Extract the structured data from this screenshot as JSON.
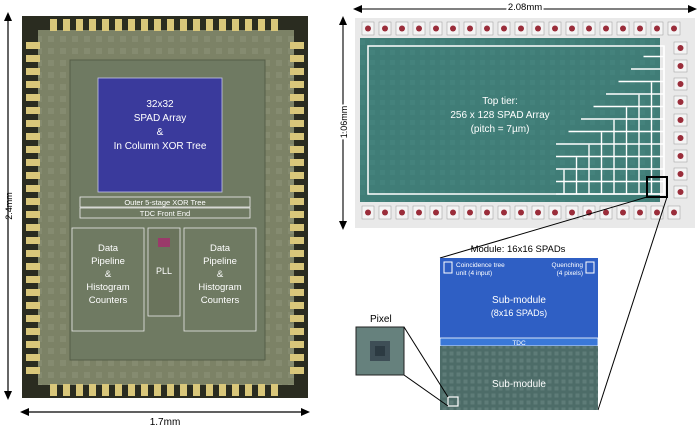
{
  "left_chip": {
    "width_label": "1.7mm",
    "height_label": "2.4mm",
    "spad_block": [
      "32x32",
      "SPAD Array",
      "&",
      "In Column XOR Tree"
    ],
    "xor_tree_label": "Outer 5-stage XOR Tree",
    "tdc_label": "TDC Front End",
    "left_pipeline": [
      "Data",
      "Pipeline",
      "&",
      "Histogram",
      "Counters"
    ],
    "right_pipeline": [
      "Data",
      "Pipeline",
      "&",
      "Histogram",
      "Counters"
    ],
    "pll_label": "PLL"
  },
  "top_tier": {
    "width_label": "2.08mm",
    "height_label": "1.06mm",
    "title": [
      "Top tier:",
      "256 x 128 SPAD Array",
      "(pitch = 7µm)"
    ]
  },
  "module": {
    "title": "Module: 16x16 SPADs",
    "coincidence_label": [
      "Coincidence tree",
      "unit (4 input)"
    ],
    "quenching_label": [
      "Quenching",
      "(4 pixels)"
    ],
    "submodule_label": [
      "Sub-module",
      "(8x16 SPADs)"
    ],
    "tdc_label": "TDC",
    "submodule_bottom_label": "Sub-module",
    "pixel_label": "Pixel"
  },
  "colors": {
    "die_bg": "#7f8468",
    "spad_blue": "#3a3a9c",
    "top_tier_green": "#3f7f78",
    "module_blue": "#2f5fc4",
    "submodule_grey": "#4a6a66"
  }
}
